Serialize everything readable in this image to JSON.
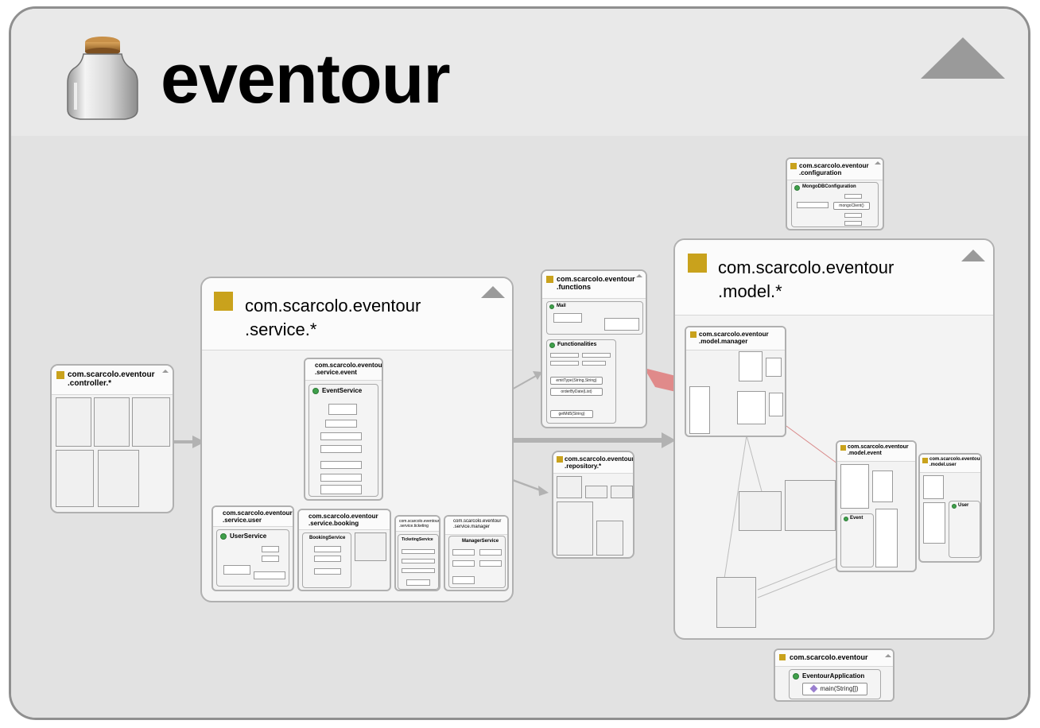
{
  "root": {
    "title": "eventour"
  },
  "packages": {
    "controller": {
      "title": "com.scarcolo.eventour\n.controller.*"
    },
    "service": {
      "title": "com.scarcolo.eventour\n.service.*"
    },
    "service_event": {
      "title": "com.scarcolo.eventour\n.service.event",
      "class": "EventService"
    },
    "service_user": {
      "title": "com.scarcolo.eventour\n.service.user",
      "class": "UserService"
    },
    "service_booking": {
      "title": "com.scarcolo.eventour\n.service.booking",
      "class": "BookingService"
    },
    "service_ticketing": {
      "title": "com.scarcolo.eventour\n.service.ticketing",
      "class": "TicketingService"
    },
    "service_manager": {
      "title": "com.scarcolo.eventour\n.service.manager",
      "class": "ManagerService"
    },
    "functions": {
      "title": "com.scarcolo.eventour\n.functions",
      "class_mail": "Mail",
      "class_func": "Functionalities",
      "methods": [
        "emitType(String,String)",
        "orderByDate(List)",
        "getMd5(String)"
      ]
    },
    "repository": {
      "title": "com.scarcolo.eventour\n.repository.*"
    },
    "configuration": {
      "title": "com.scarcolo.eventour\n.configuration",
      "class": "MongoDBConfiguration",
      "method": "mongoClient()"
    },
    "model": {
      "title": "com.scarcolo.eventour\n.model.*"
    },
    "model_manager": {
      "title": "com.scarcolo.eventour\n.model.manager"
    },
    "model_event": {
      "title": "com.scarcolo.eventour\n.model.event",
      "class": "Event"
    },
    "model_user": {
      "title": "com.scarcolo.eventour\n.model.user",
      "class": "User"
    },
    "root_pkg": {
      "title": "com.scarcolo.eventour",
      "class": "EventourApplication",
      "method": "main(String[])"
    }
  }
}
